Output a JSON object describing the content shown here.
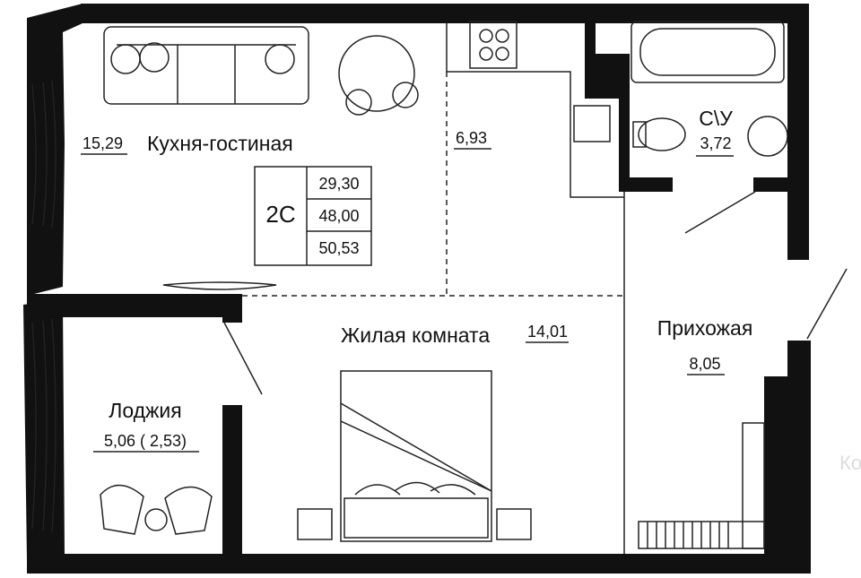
{
  "plan": {
    "apartment_type": "2С",
    "summary_areas": [
      "29,30",
      "48,00",
      "50,53"
    ],
    "rooms": {
      "kitchen_living": {
        "name": "Кухня-гостиная",
        "area": "15,29"
      },
      "kitchen_nook": {
        "area": "6,93"
      },
      "bathroom": {
        "name": "С\\У",
        "area": "3,72"
      },
      "living_room": {
        "name": "Жилая комната",
        "area": "14,01"
      },
      "hallway": {
        "name": "Прихожая",
        "area": "8,05"
      },
      "loggia": {
        "name": "Лоджия",
        "area": "5,06  ( 2,53)"
      }
    },
    "watermark": "Ко",
    "colors": {
      "wall": "#111111",
      "line": "#222222",
      "background": "#ffffff"
    }
  }
}
